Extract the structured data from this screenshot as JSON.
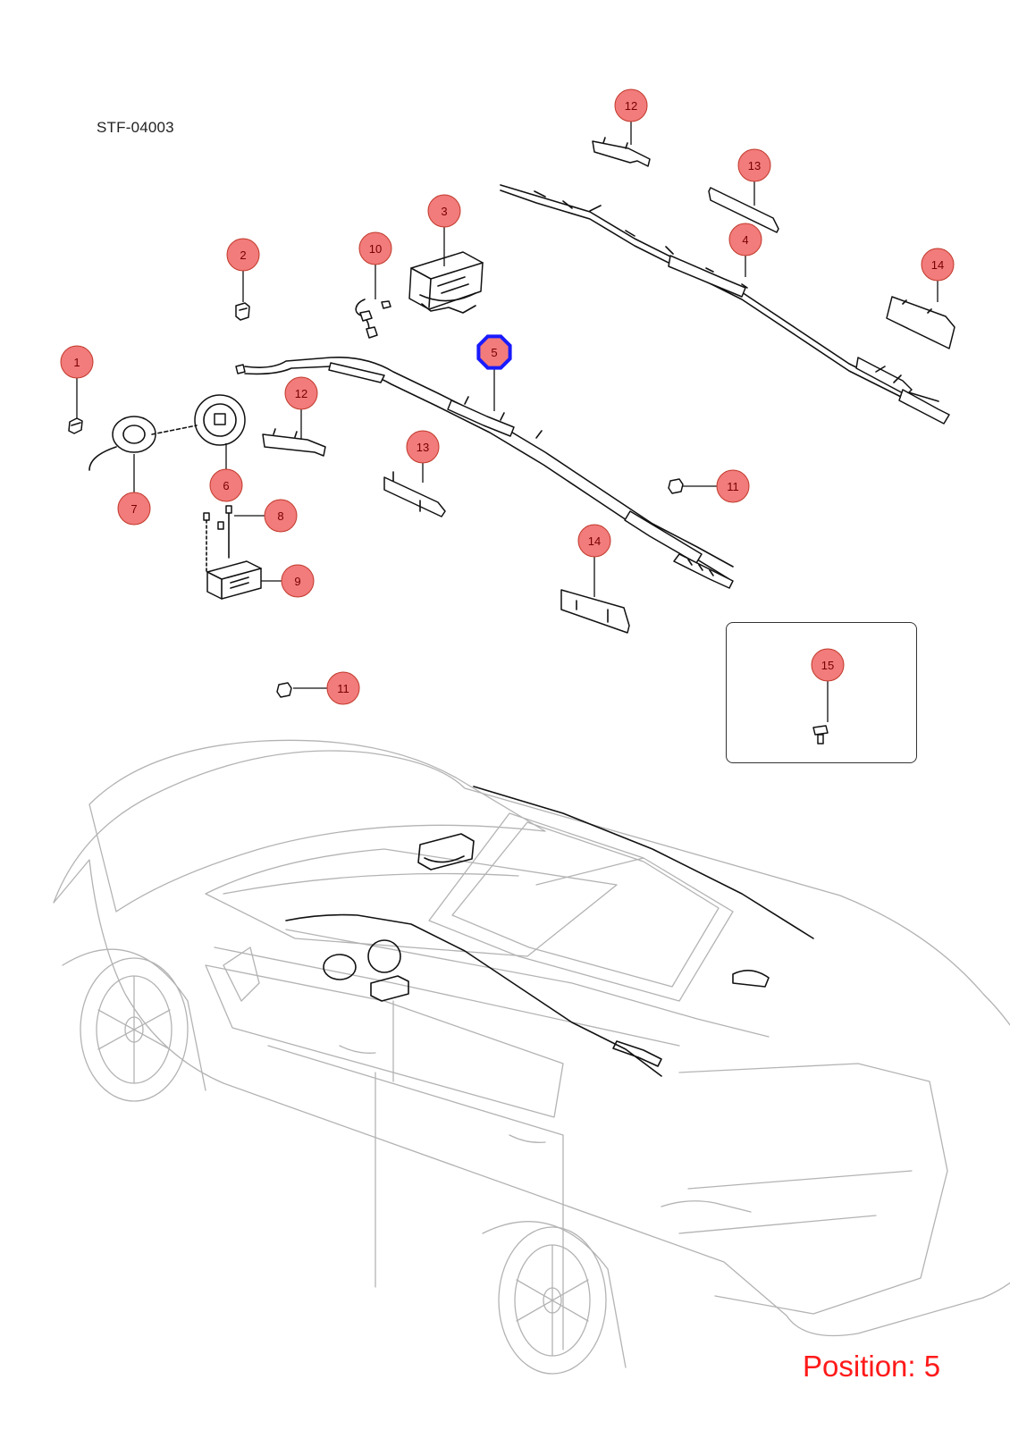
{
  "document_id": "STF-04003",
  "position_label": "Position: 5",
  "selected_callout": "5",
  "colors": {
    "callout_fill": "#f27b7b",
    "callout_stroke": "#c0392b",
    "selected_ring": "#1a1aff",
    "position_text": "#ff1a1a"
  },
  "callouts": [
    {
      "id": "1",
      "label": "1"
    },
    {
      "id": "2",
      "label": "2"
    },
    {
      "id": "3",
      "label": "3"
    },
    {
      "id": "4",
      "label": "4"
    },
    {
      "id": "5",
      "label": "5"
    },
    {
      "id": "6",
      "label": "6"
    },
    {
      "id": "7",
      "label": "7"
    },
    {
      "id": "8",
      "label": "8"
    },
    {
      "id": "9",
      "label": "9"
    },
    {
      "id": "10",
      "label": "10"
    },
    {
      "id": "11a",
      "label": "11"
    },
    {
      "id": "11b",
      "label": "11"
    },
    {
      "id": "12a",
      "label": "12"
    },
    {
      "id": "12b",
      "label": "12"
    },
    {
      "id": "13a",
      "label": "13"
    },
    {
      "id": "13b",
      "label": "13"
    },
    {
      "id": "14a",
      "label": "14"
    },
    {
      "id": "14b",
      "label": "14"
    },
    {
      "id": "15",
      "label": "15"
    }
  ]
}
